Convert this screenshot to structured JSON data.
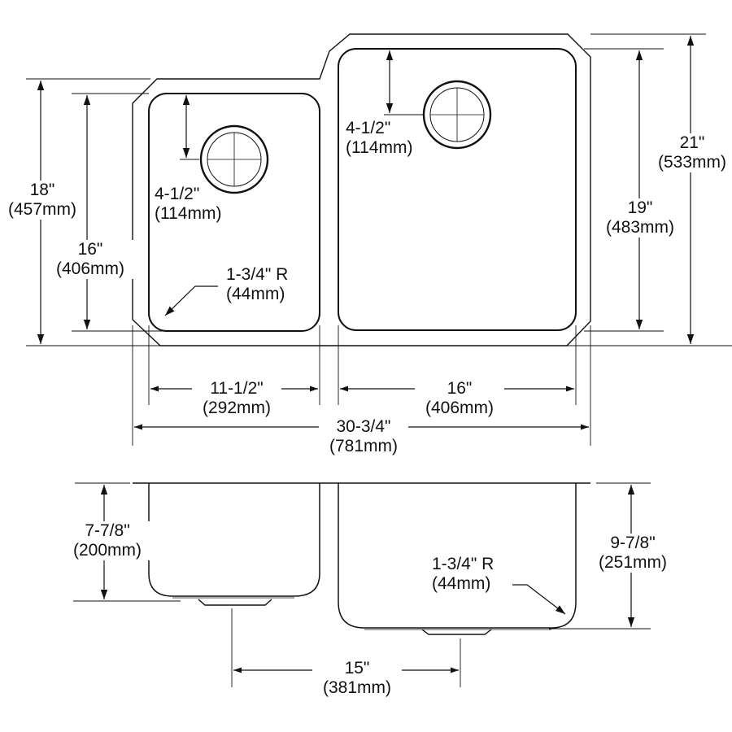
{
  "diagram": {
    "type": "double-bowl undermount sink dimension drawing",
    "colors": {
      "line": "#111111",
      "background": "#ffffff"
    },
    "top_view": {
      "overall_depth_left": {
        "imperial": "18\"",
        "metric": "(457mm)"
      },
      "left_bowl_depth": {
        "imperial": "16\"",
        "metric": "(406mm)"
      },
      "left_drain_offset": {
        "imperial": "4-1/2\"",
        "metric": "(114mm)"
      },
      "left_corner_radius": {
        "imperial": "1-3/4\" R",
        "metric": "(44mm)"
      },
      "right_drain_offset": {
        "imperial": "4-1/2\"",
        "metric": "(114mm)"
      },
      "right_bowl_depth": {
        "imperial": "19\"",
        "metric": "(483mm)"
      },
      "overall_depth_right": {
        "imperial": "21\"",
        "metric": "(533mm)"
      },
      "left_bowl_width": {
        "imperial": "11-1/2\"",
        "metric": "(292mm)"
      },
      "right_bowl_width": {
        "imperial": "16\"",
        "metric": "(406mm)"
      },
      "overall_width": {
        "imperial": "30-3/4\"",
        "metric": "(781mm)"
      }
    },
    "side_view": {
      "left_bowl_height": {
        "imperial": "7-7/8\"",
        "metric": "(200mm)"
      },
      "right_corner_radius": {
        "imperial": "1-3/4\" R",
        "metric": "(44mm)"
      },
      "right_bowl_height": {
        "imperial": "9-7/8\"",
        "metric": "(251mm)"
      },
      "drain_spacing": {
        "imperial": "15\"",
        "metric": "(381mm)"
      }
    }
  }
}
